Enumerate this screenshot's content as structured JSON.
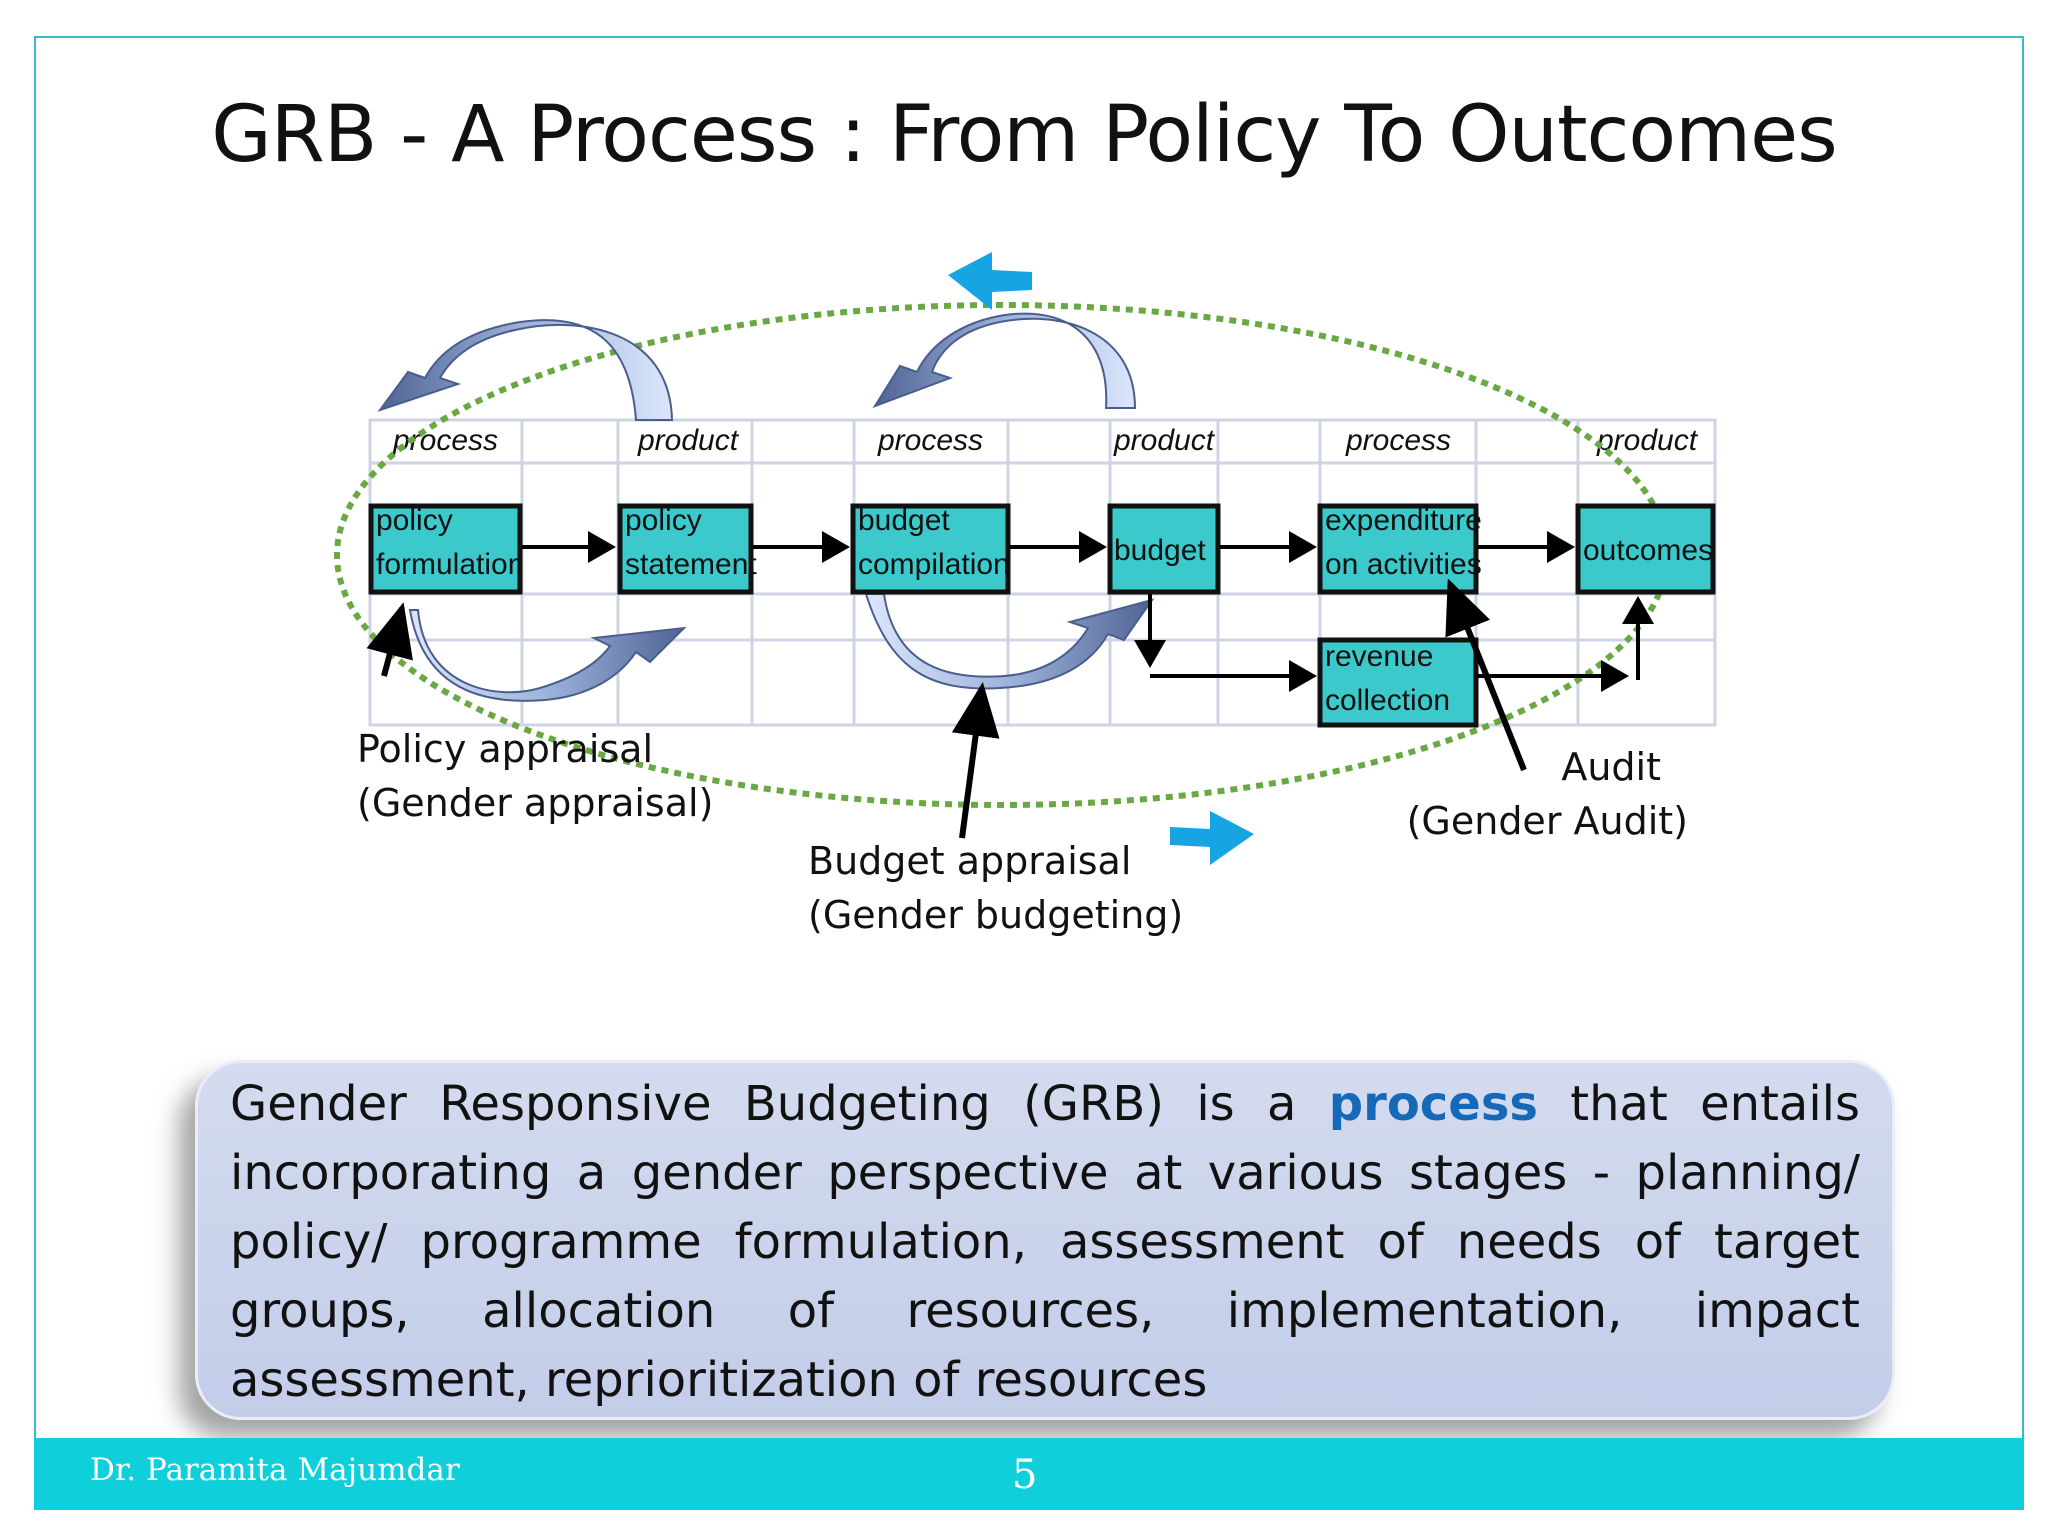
{
  "title": "GRB - A Process : From Policy To Outcomes",
  "stage_labels": [
    "process",
    "product",
    "process",
    "product",
    "process",
    "product"
  ],
  "boxes": {
    "policy_formulation": [
      "policy",
      "formulation"
    ],
    "policy_statement": [
      "policy",
      "statement"
    ],
    "budget_compilation": [
      "budget",
      "compilation"
    ],
    "budget": "budget",
    "expenditure": [
      "expenditure",
      "on activities"
    ],
    "outcomes": "outcomes",
    "revenue": [
      "revenue",
      "collection"
    ]
  },
  "appraisals": {
    "policy": [
      "Policy appraisal",
      "(Gender appraisal)"
    ],
    "budget": [
      "Budget appraisal",
      "(Gender budgeting)"
    ],
    "audit": [
      "Audit",
      "(Gender Audit)"
    ]
  },
  "callout": {
    "before": "Gender Responsive Budgeting (GRB) is a ",
    "highlight": "process",
    "after": " that entails incorporating a gender perspective at various stages - planning/ policy/ programme formulation, assessment of needs of target groups, allocation of resources, implementation, impact assessment, reprioritization of resources"
  },
  "footer": {
    "author": "Dr. Paramita Majumdar",
    "page": "5"
  },
  "colors": {
    "box_fill": "#3cc9cc",
    "ellipse": "#6aa843",
    "cycle_arrow": "#16a4e3",
    "footer": "#0ecfda",
    "highlight": "#1668b8"
  }
}
